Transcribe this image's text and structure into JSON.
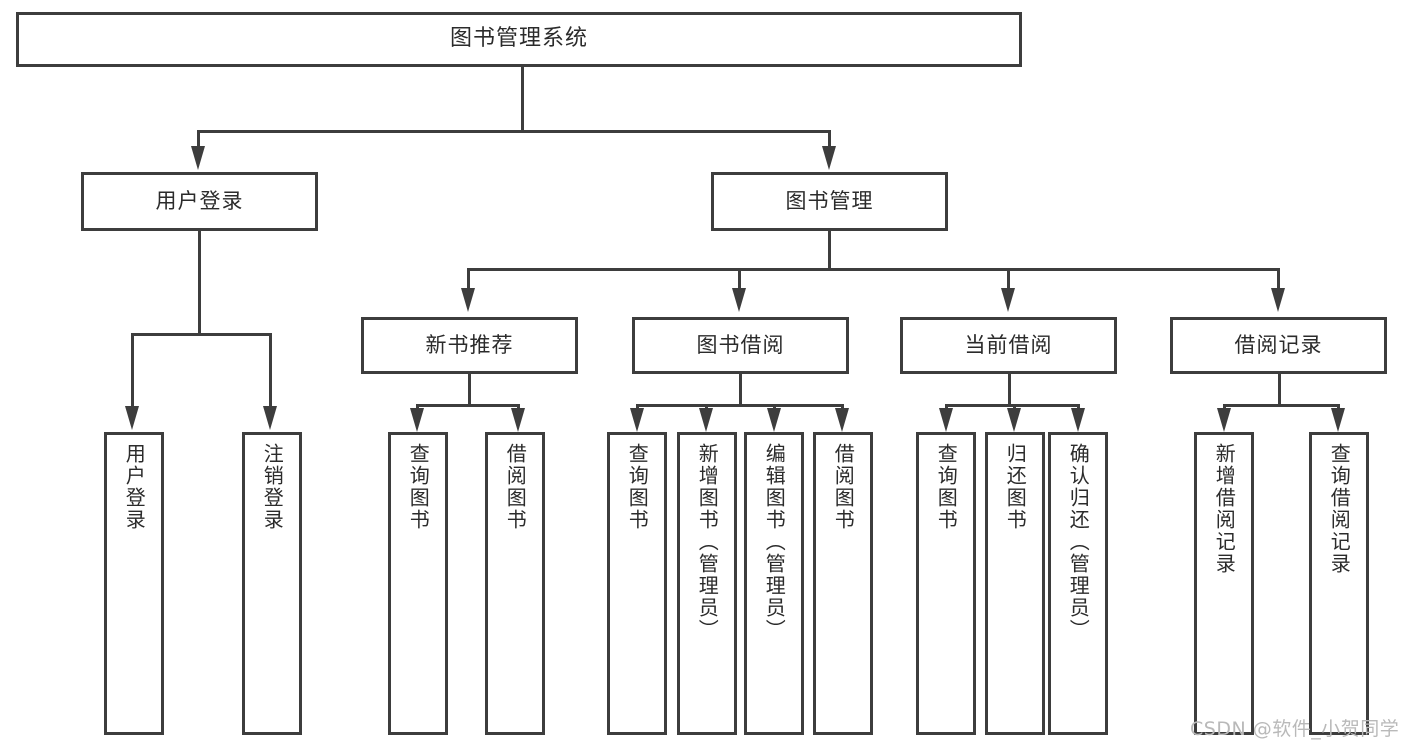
{
  "diagram": {
    "type": "tree",
    "title": "图书管理系统",
    "root": {
      "label": "图书管理系统"
    },
    "level2": [
      {
        "label": "用户登录"
      },
      {
        "label": "图书管理"
      }
    ],
    "level3": [
      {
        "label": "新书推荐"
      },
      {
        "label": "图书借阅"
      },
      {
        "label": "当前借阅"
      },
      {
        "label": "借阅记录"
      }
    ],
    "leaves": {
      "user_login": [
        {
          "label": "用户登录"
        },
        {
          "label": "注销登录"
        }
      ],
      "new_book_recommend": [
        {
          "label": "查询图书"
        },
        {
          "label": "借阅图书"
        }
      ],
      "book_borrow": [
        {
          "label": "查询图书"
        },
        {
          "label": "新增图书（管理员）"
        },
        {
          "label": "编辑图书（管理员）"
        },
        {
          "label": "借阅图书"
        }
      ],
      "current_borrow": [
        {
          "label": "查询图书"
        },
        {
          "label": "归还图书"
        },
        {
          "label": "确认归还（管理员）"
        }
      ],
      "borrow_record": [
        {
          "label": "新增借阅记录"
        },
        {
          "label": "查询借阅记录"
        }
      ]
    }
  },
  "watermark": {
    "text": "CSDN @软件_小贺同学"
  },
  "colors": {
    "border": "#3d3d3d",
    "text": "#2b2b2b",
    "background": "#ffffff",
    "watermark": "#b9b9b9"
  }
}
